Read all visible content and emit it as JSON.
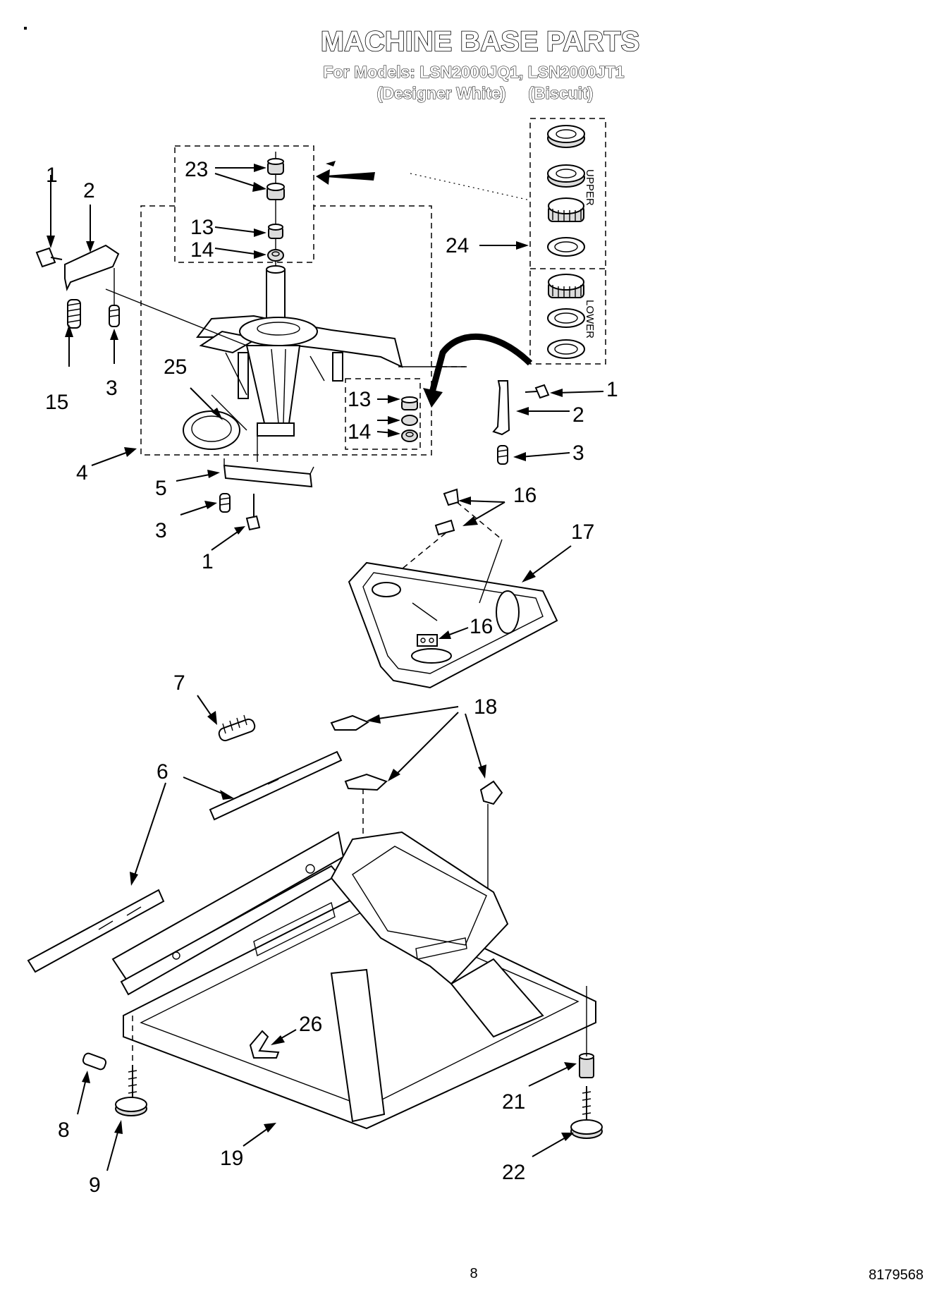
{
  "header": {
    "title": "MACHINE BASE PARTS",
    "models_line": "For Models: LSN2000JQ1, LSN2000JT1",
    "colors_line": "(Designer White)     (Biscuit)"
  },
  "callouts": [
    {
      "id": "c1a",
      "text": "1"
    },
    {
      "id": "c2a",
      "text": "2"
    },
    {
      "id": "c15",
      "text": "15"
    },
    {
      "id": "c3a",
      "text": "3"
    },
    {
      "id": "c23",
      "text": "23"
    },
    {
      "id": "c13a",
      "text": "13"
    },
    {
      "id": "c14a",
      "text": "14"
    },
    {
      "id": "c24",
      "text": "24"
    },
    {
      "id": "c25",
      "text": "25"
    },
    {
      "id": "c13b",
      "text": "13"
    },
    {
      "id": "c14b",
      "text": "14"
    },
    {
      "id": "c1b",
      "text": "1"
    },
    {
      "id": "c2b",
      "text": "2"
    },
    {
      "id": "c3b",
      "text": "3"
    },
    {
      "id": "c4",
      "text": "4"
    },
    {
      "id": "c5",
      "text": "5"
    },
    {
      "id": "c3c",
      "text": "3"
    },
    {
      "id": "c1c",
      "text": "1"
    },
    {
      "id": "c16a",
      "text": "16"
    },
    {
      "id": "c17",
      "text": "17"
    },
    {
      "id": "c16b",
      "text": "16"
    },
    {
      "id": "c7",
      "text": "7"
    },
    {
      "id": "c18",
      "text": "18"
    },
    {
      "id": "c6",
      "text": "6"
    },
    {
      "id": "c26",
      "text": "26"
    },
    {
      "id": "c8",
      "text": "8"
    },
    {
      "id": "c9",
      "text": "9"
    },
    {
      "id": "c19",
      "text": "19"
    },
    {
      "id": "c21",
      "text": "21"
    },
    {
      "id": "c22",
      "text": "22"
    }
  ],
  "bearing_kit": {
    "upper_label": "UPPER",
    "lower_label": "LOWER"
  },
  "footer": {
    "page_number": "8",
    "doc_number": "8179568"
  }
}
